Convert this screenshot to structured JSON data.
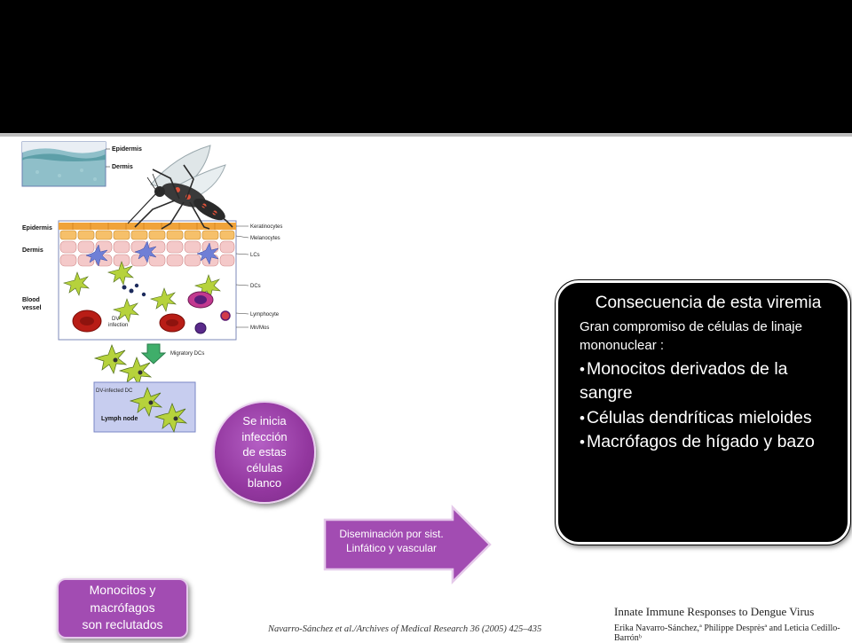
{
  "figure": {
    "labels": {
      "epidermis_top": "Epidermis",
      "dermis_top": "Dermis",
      "epidermis": "Epidermis",
      "dermis": "Dermis",
      "blood_vessel_1": "Blood",
      "blood_vessel_2": "vessel",
      "keratinocytes": "Keratinocytes",
      "melanocytes": "Melanocytes",
      "lcs": "LCs",
      "dcs": "DCs",
      "lymphocyte": "Lymphocyte",
      "mn_mos": "Mn/Mos",
      "dv_infection_1": "DV",
      "dv_infection_2": "infection",
      "migratory_dcs": "Migratory DCs",
      "dv_infected_dc": "DV-infected DC",
      "lymph_node": "Lymph node"
    }
  },
  "circle_text": [
    "Se inicia",
    "infección",
    "de estas",
    "células",
    "blanco"
  ],
  "pill_text": [
    "Monocitos y",
    "macrófagos",
    "son reclutados"
  ],
  "arrow_text": [
    "Diseminación por sist.",
    "Linfático y vascular"
  ],
  "callout": {
    "title": "Consecuencia de esta viremia",
    "subtitle": "Gran compromiso de células de linaje mononuclear :",
    "items": [
      "Monocitos derivados de la sangre",
      "Células dendríticas mieloides",
      "Macrófagos de hígado y bazo"
    ]
  },
  "citation": "Navarro-Sánchez et al./Archives of Medical Research 36 (2005) 425–435",
  "paper": {
    "title": "Innate Immune Responses to Dengue Virus",
    "authors": "Erika Navarro-Sánchez,ª Philippe Desprèsª and Leticia Cedillo-Barrónᵇ"
  },
  "colors": {
    "accent_purple": "#93379f",
    "callout_bg": "#000000",
    "header_bg": "#000000"
  }
}
